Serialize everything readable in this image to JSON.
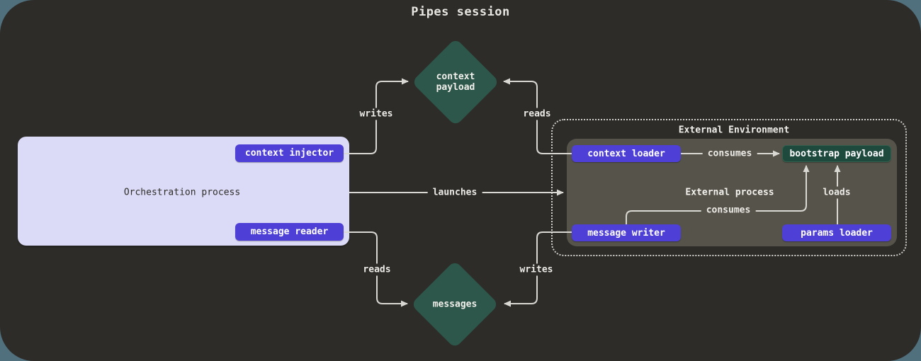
{
  "title": "Pipes session",
  "orchestration": {
    "label": "Orchestration process",
    "context_injector": "context injector",
    "message_reader": "message reader"
  },
  "external": {
    "environment_label": "External Environment",
    "process_label": "External process",
    "context_loader": "context loader",
    "message_writer": "message writer",
    "params_loader": "params loader",
    "bootstrap_payload": "bootstrap payload"
  },
  "diamonds": {
    "context_payload": "context payload",
    "messages": "messages"
  },
  "edges": {
    "writes_top": "writes",
    "reads_top": "reads",
    "launches": "launches",
    "reads_bottom": "reads",
    "writes_bottom": "writes",
    "consumes_top": "consumes",
    "consumes_bottom": "consumes",
    "loads": "loads"
  },
  "colors": {
    "page_bg": "#50707e",
    "canvas_bg": "#2d2c29",
    "accent_purple": "#4e3fd6",
    "diamond_teal": "#2d574a",
    "bootstrap_teal": "#1e4a3e",
    "process_gray": "#56544a",
    "orchestration_lavender": "#dcdbf7",
    "line_gray": "#d9d8d3"
  }
}
